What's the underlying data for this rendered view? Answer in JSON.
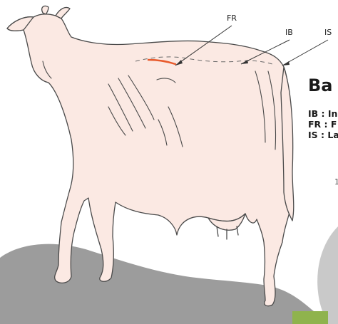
{
  "callouts": {
    "fr": "FR",
    "ib": "IB",
    "is": "IS"
  },
  "panel": {
    "title_fragment": "Ba",
    "legend": [
      {
        "code": "IB",
        "text": "IB : In"
      },
      {
        "code": "FR",
        "text": "FR : F"
      },
      {
        "code": "IS",
        "text": "IS : La"
      }
    ],
    "fragment": "1"
  },
  "colors": {
    "cow_fill": "#fbe9e3",
    "outline": "#4a4a4a",
    "ground": "#9c9c9c",
    "fr_mark": "#e85a2c",
    "side_shape": "#c9c9c9",
    "green_block": "#8fb34d"
  }
}
